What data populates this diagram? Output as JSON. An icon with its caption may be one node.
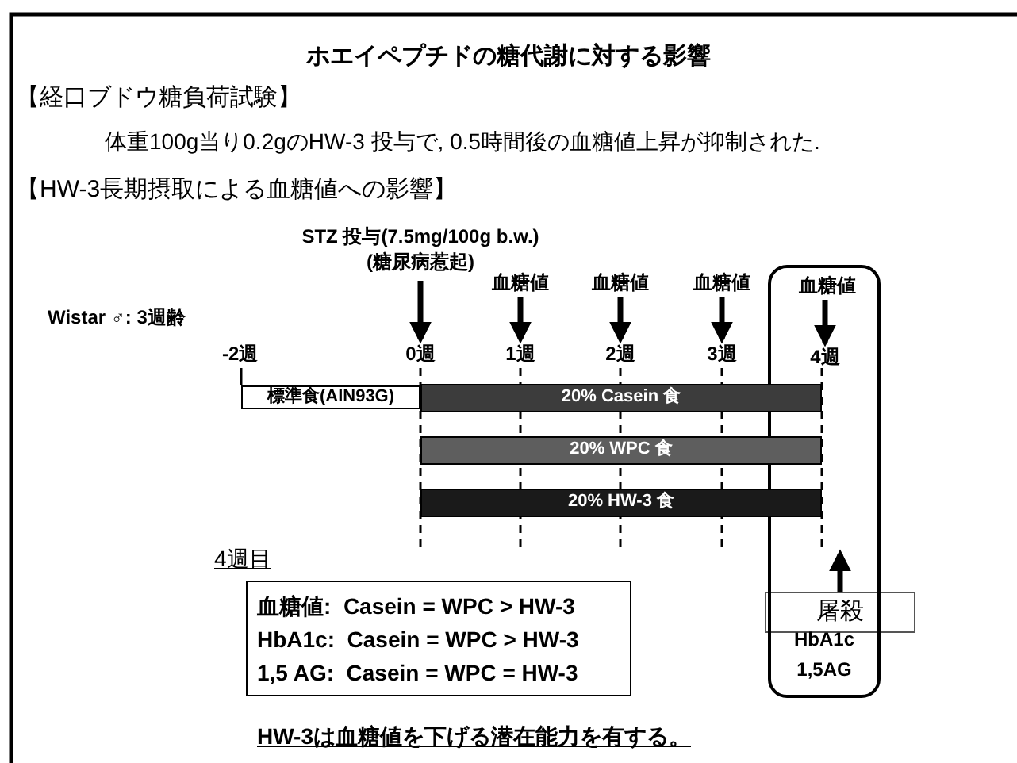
{
  "diagram": {
    "title": "ホエイペプチドの糖代謝に対する影響",
    "nodes": [
      {
        "text": [
          "STZ 投与(7.5mg/100g b.w.)",
          "(糖尿病惹起)"
        ]
      },
      {
        "text": [
          "血糖値"
        ]
      },
      {
        "text": [
          "血糖値"
        ]
      },
      {
        "text": [
          "血糖値"
        ]
      },
      {
        "text": [
          "HbA1c 1,5AG"
        ]
      },
      {
        "text": [
          "血糖値"
        ],
        "in": 4
      },
      {
        "text": [
          "0週"
        ]
      },
      {
        "text": [
          "1週"
        ]
      },
      {
        "text": [
          "2週"
        ]
      },
      {
        "text": [
          "3週"
        ]
      },
      {
        "text": [
          "4週"
        ],
        "in": 4
      },
      {
        "text": [
          "標準食(AIN93G)"
        ]
      },
      {
        "text": [
          "20% Casein 食"
        ]
      },
      {
        "text": [
          "20% WPC 食"
        ]
      },
      {
        "text": [
          "20% HW-3 食"
        ]
      },
      {
        "text": [
          "屠殺"
        ]
      },
      {
        "text": [
          "血糖値:  Casein = WPC > HW-3",
          "HbA1c:  Casein = WPC > HW-3",
          "1,5 AG:  Casein = WPC = HW-3"
        ]
      }
    ],
    "edges": [
      {
        "from": 0,
        "to": 6,
        "arrow": "to"
      },
      {
        "from": 1,
        "to": 7,
        "arrow": "to"
      },
      {
        "from": 2,
        "to": 8,
        "arrow": "to"
      },
      {
        "from": 3,
        "to": 9,
        "arrow": "to"
      },
      {
        "from": 5,
        "to": 10,
        "arrow": "to"
      },
      {
        "from": 15,
        "to": null,
        "arrow": "to"
      }
    ],
    "labels": [
      "【経口ブドウ糖負荷試験】",
      "体重100g当り0.2gのHW-3 投与で, 0.5時間後の血糖値上昇が抑制された.",
      "【HW-3長期摂取による血糖値への影響】",
      "Wistar ♂: 3週齢",
      "-2週",
      "4週目",
      "HW-3は血糖値を下げる潜在能力を有する。"
    ]
  }
}
